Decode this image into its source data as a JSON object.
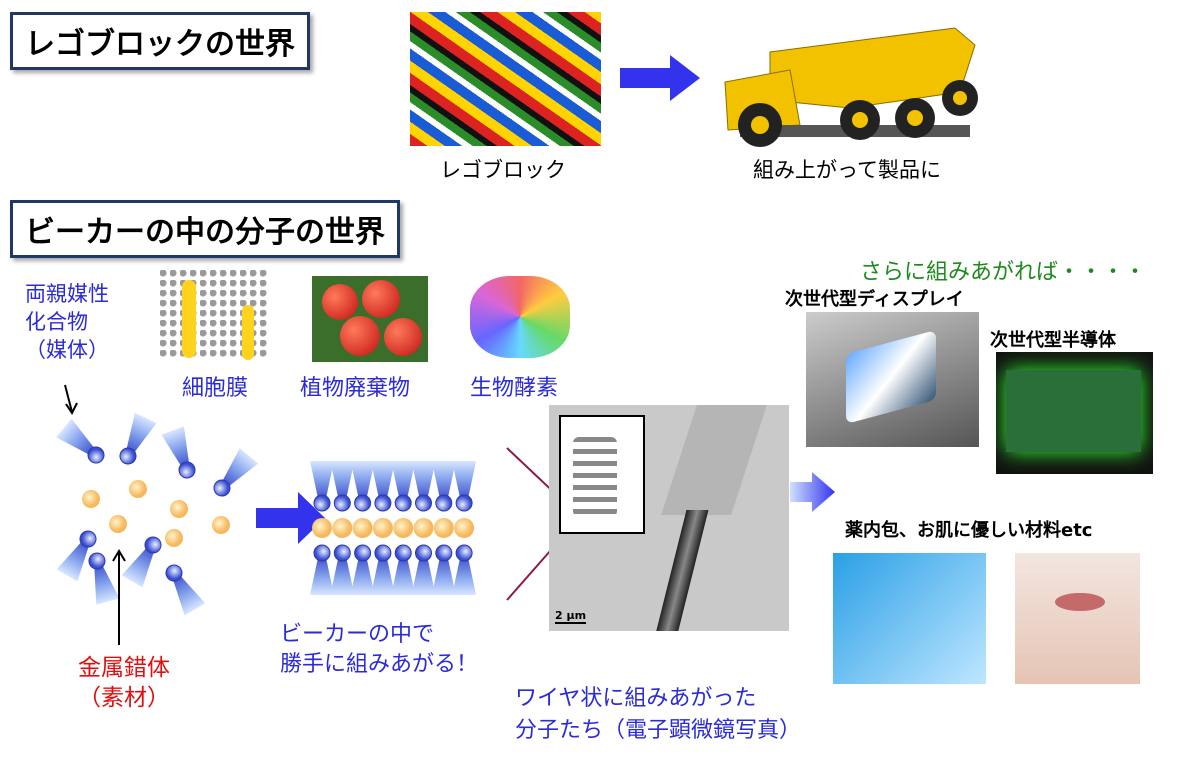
{
  "titles": {
    "lego_world": "レゴブロックの世界",
    "molecule_world": "ビーカーの中の分子の世界"
  },
  "lego": {
    "blocks_caption": "レゴブロック",
    "product_caption": "組み上がって製品に"
  },
  "labels": {
    "amphiphile": [
      "両親媒性",
      "化合物",
      "（媒体）"
    ],
    "cell_membrane": "細胞膜",
    "plant_waste": "植物廃棄物",
    "enzyme": "生物酵素",
    "metal_complex": [
      "金属錯体",
      "（素材）"
    ],
    "self_assembly": [
      "ビーカーの中で",
      "勝手に組みあがる！"
    ],
    "wire": [
      "ワイヤ状に組みあがった",
      "分子たち（電子顕微鏡写真）"
    ],
    "scale_bar": "2 µm",
    "further": "さらに組みあがれば・・・・",
    "display": "次世代型ディスプレイ",
    "semiconductor": "次世代型半導体",
    "materials": "薬内包、お肌に優しい材料etc"
  },
  "colors": {
    "blue_text": "#2b2bd9",
    "red_text": "#e01010",
    "green_text": "#1e8a1e",
    "arrow": "#3333ee",
    "title_border": "#1f3864"
  }
}
